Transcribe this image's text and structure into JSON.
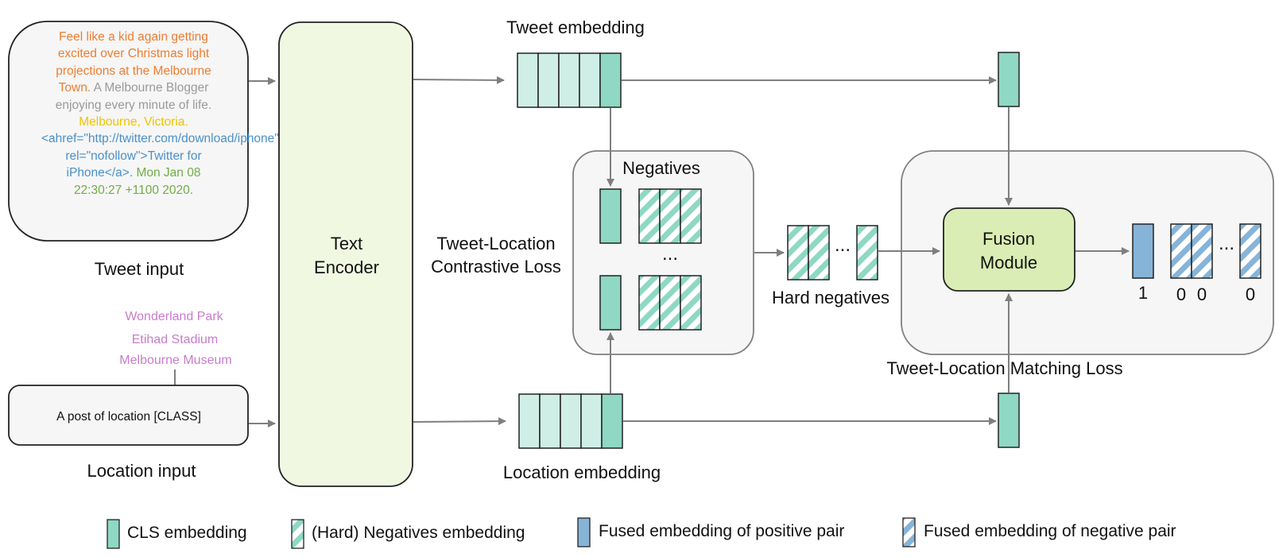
{
  "tweet_input": {
    "segments": [
      {
        "text": "Feel like a kid again getting excited over Christmas light projections at the Melbourne Town.",
        "color": "#ed7d31"
      },
      {
        "text": " A Melbourne Blogger enjoying every minute of life.",
        "color": "#9a9a9a"
      },
      {
        "text": " Melbourne, Victoria.",
        "color": "#f2c200"
      },
      {
        "text": " <ahref=\"http://twitter.com/download/iphone\" rel=\"nofollow\">Twitter for iPhone</a>.",
        "color": "#4a90c8"
      },
      {
        "text": " Mon Jan 08 22:30:27 +1100 2020.",
        "color": "#70ad47"
      }
    ],
    "caption": "Tweet input"
  },
  "location_input": {
    "candidates": [
      "Wonderland Park",
      "Etihad Stadium",
      "Melbourne Museum"
    ],
    "candidate_color": "#c77dca",
    "template": "A post of location [CLASS]",
    "caption": "Location input"
  },
  "text_encoder": {
    "line1": "Text",
    "line2": "Encoder"
  },
  "labels": {
    "tweet_embedding": "Tweet embedding",
    "location_embedding": "Location embedding",
    "negatives": "Negatives",
    "ellipsis": "...",
    "hard_negatives": "Hard negatives",
    "contrastive_loss_line1": "Tweet-Location",
    "contrastive_loss_line2": "Contrastive Loss",
    "matching_loss": "Tweet-Location Matching Loss",
    "fusion_line1": "Fusion",
    "fusion_line2": "Module"
  },
  "match_outputs": [
    "1",
    "0",
    "0",
    "0"
  ],
  "legend": [
    {
      "label": "CLS embedding"
    },
    {
      "label": "(Hard) Negatives embedding"
    },
    {
      "label": "Fused embedding of positive pair"
    },
    {
      "label": "Fused embedding of negative pair"
    }
  ],
  "colors": {
    "cls": "#8ed8c4",
    "cls_light": "#cfeee6",
    "positive": "#86b4d8",
    "encoder_fill": "#f1f8e2",
    "fusion_fill": "#d9edb4",
    "panel_fill": "#f6f6f6",
    "arrow": "#7f7f7f"
  }
}
